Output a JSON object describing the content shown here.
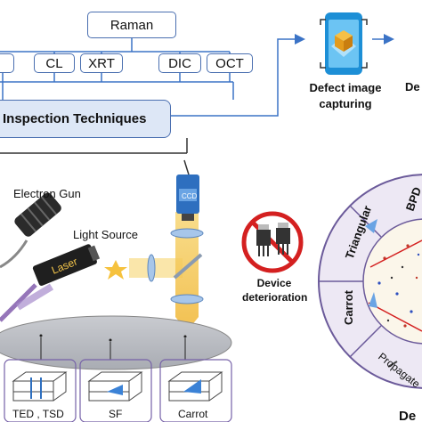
{
  "techniques": {
    "top": "Raman",
    "row": [
      "CL",
      "XRT",
      "DIC",
      "OCT"
    ],
    "main_label": "Inspection Techniques"
  },
  "capture": {
    "label_line1": "Defect image",
    "label_line2": "capturing",
    "next_label_partial": "De"
  },
  "setup": {
    "electron_gun": "Electron Gun",
    "light_source": "Light Source",
    "laser": "Laser",
    "ccd": "CCD"
  },
  "deterioration": {
    "label_line1": "Device",
    "label_line2": "deterioration"
  },
  "samples": [
    "TED , TSD",
    "SF",
    "Carrot"
  ],
  "wheel": {
    "segments": [
      "BPD",
      "Triangular",
      "Carrot",
      "Propagate"
    ],
    "bottom_partial": "De"
  },
  "colors": {
    "box_border": "#4a6fb0",
    "panel_fill": "#dde7f6",
    "arrow": "#3b73c6",
    "wheel_ring": "#e9e3f2",
    "wheel_border": "#6b5a9a",
    "laser_beam": "#7b52a8",
    "light_beam": "#f3c54a",
    "prohibit": "#d42020"
  },
  "icons": [
    "phone-cube-icon",
    "chip-icon",
    "prohibit-icon",
    "star-light-icon",
    "ccd-camera-icon",
    "electron-gun-icon"
  ]
}
